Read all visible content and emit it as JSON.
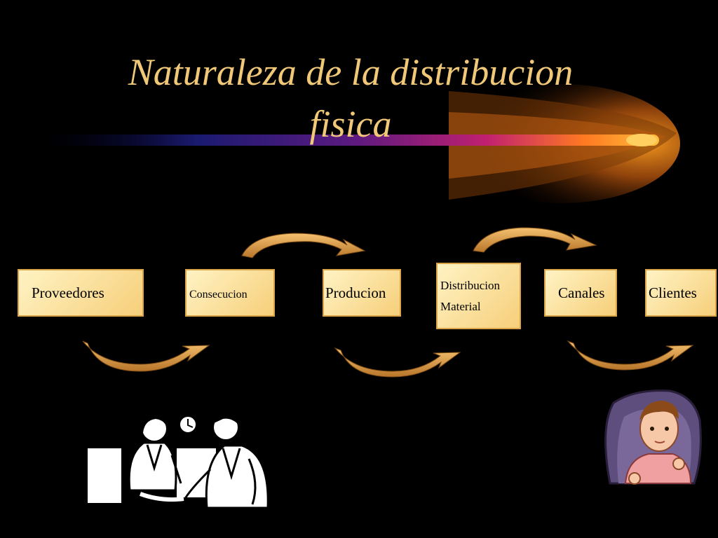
{
  "slide": {
    "title_line1": "Naturaleza de la distribucion",
    "title_line2": "fisica"
  },
  "flow": {
    "steps": [
      {
        "label": "Proveedores"
      },
      {
        "label": "Consecucion"
      },
      {
        "label": "Producion"
      },
      {
        "label": "Distribucion",
        "label_line2": "Material"
      },
      {
        "label": "Canales"
      },
      {
        "label": "Clientes"
      }
    ]
  },
  "palette": {
    "background": "#000000",
    "title": "#f0c878",
    "box_fill": "#f6cf7a",
    "box_border": "#d9a548",
    "arrow": "#e0a050",
    "comet_core": "#ffb020"
  },
  "clipart": {
    "left": "business-meeting-illustration",
    "right": "baby-in-chair-illustration"
  }
}
